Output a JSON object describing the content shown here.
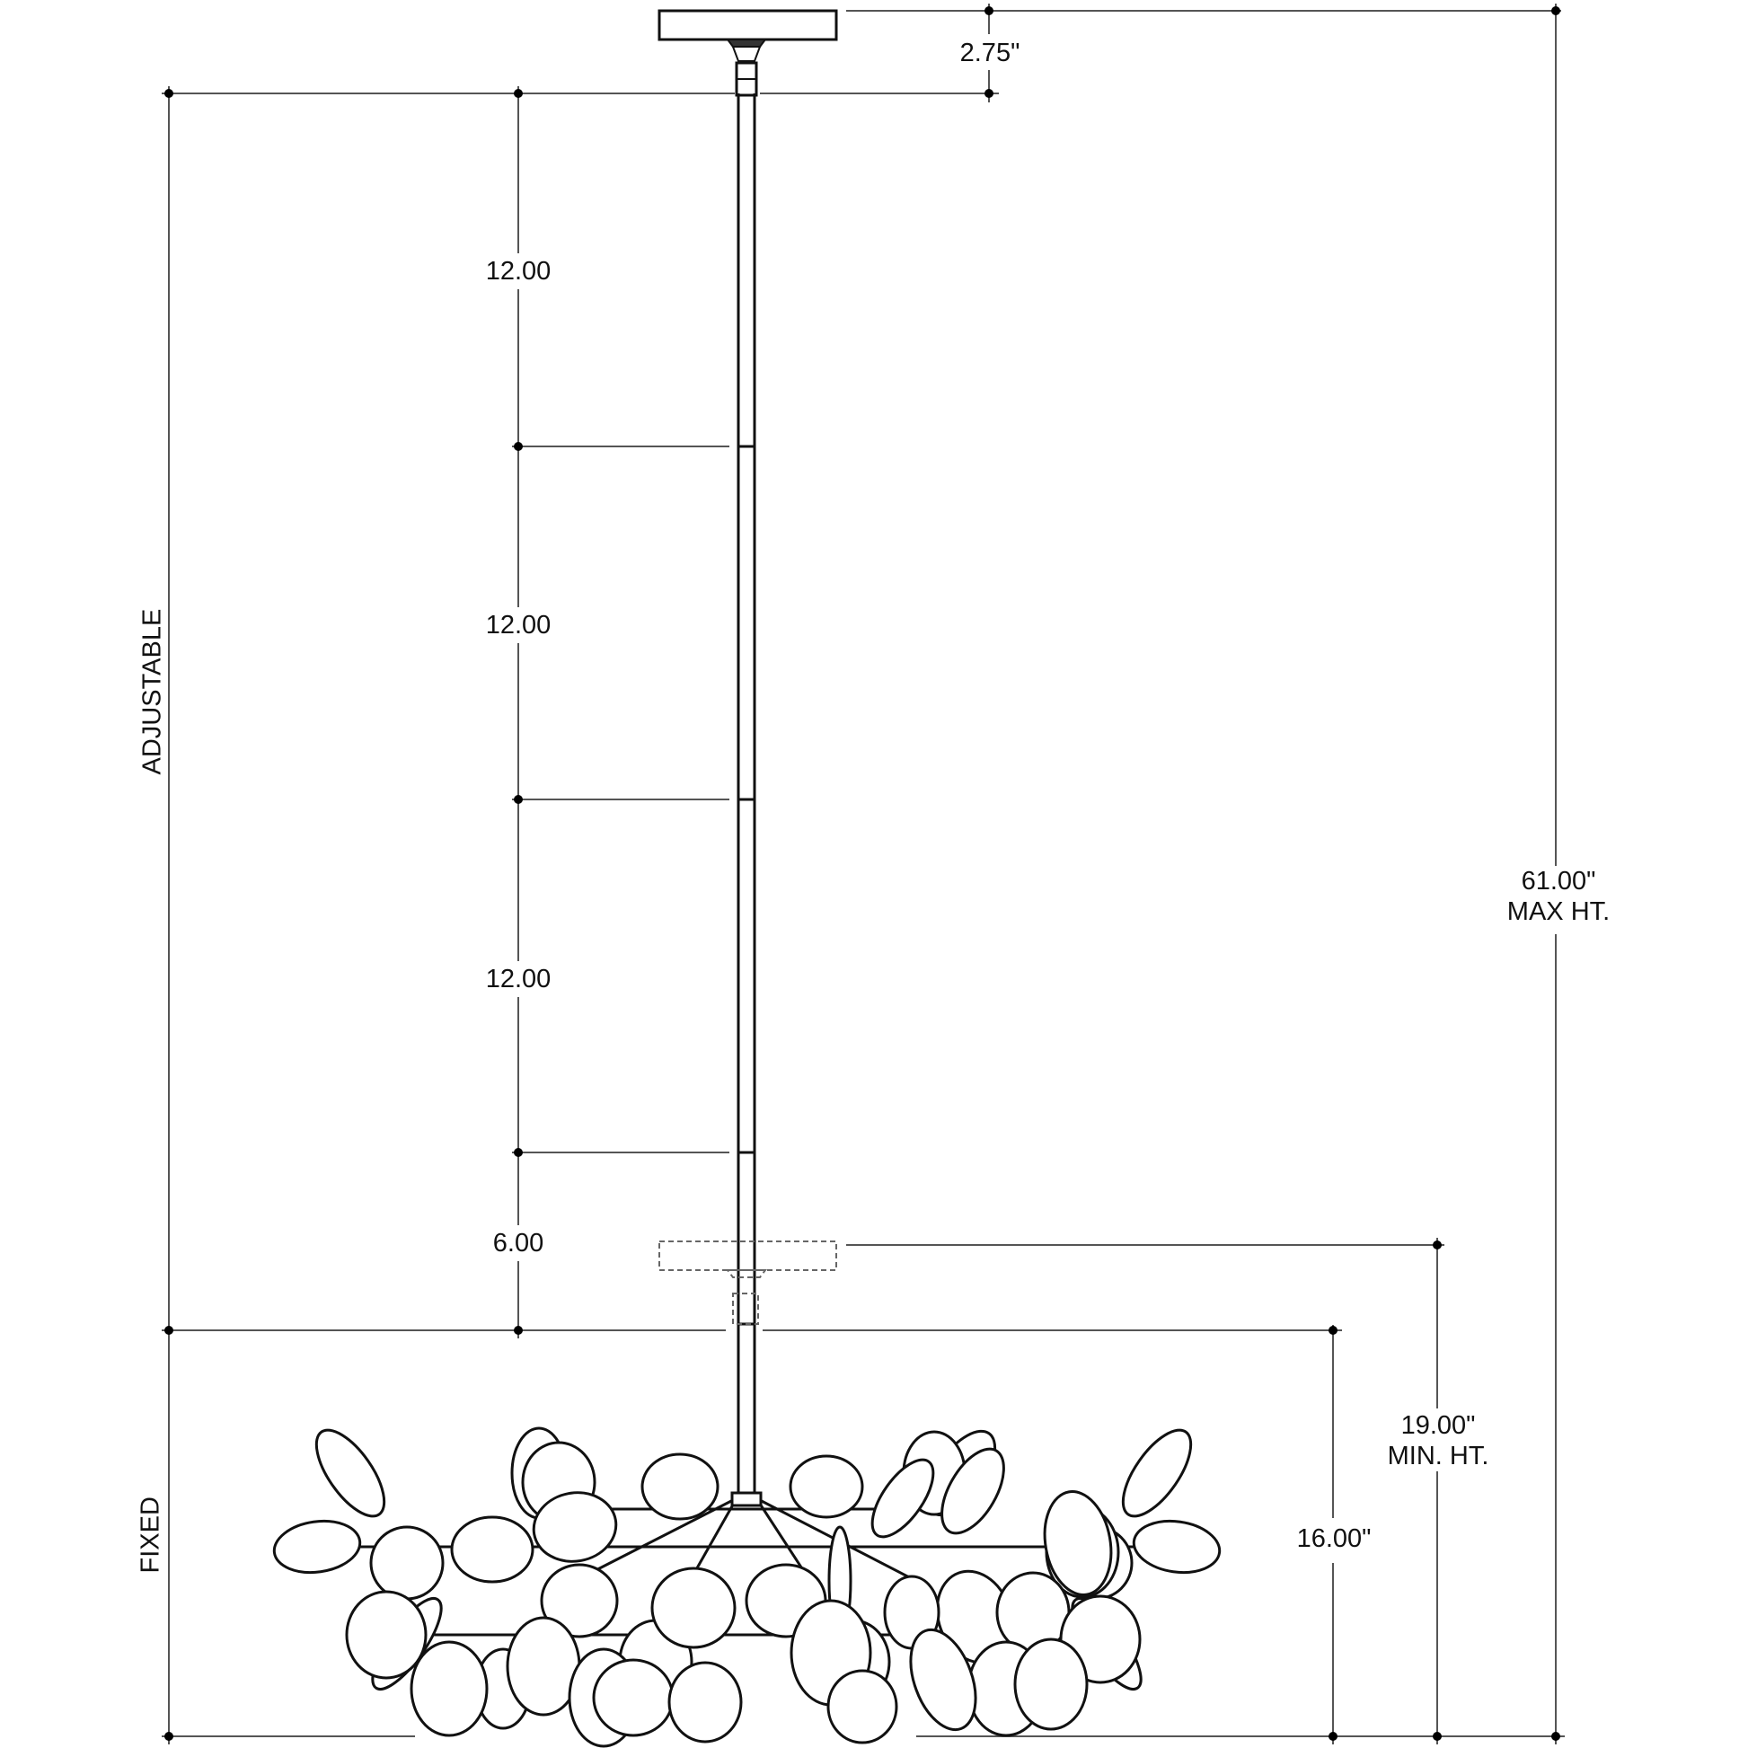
{
  "drawing": {
    "type": "pendant fixture dimension drawing",
    "line_color": "#555555",
    "fixture_color": "#111111",
    "background": "#ffffff"
  },
  "labels": {
    "section_adjustable": "ADJUSTABLE",
    "section_fixed": "FIXED"
  },
  "dimensions": {
    "canopy_height": "2.75\"",
    "stem_segment_1": "12.00",
    "stem_segment_2": "12.00",
    "stem_segment_3": "12.00",
    "stem_segment_4": "6.00",
    "max_height_value": "61.00\"",
    "max_height_label": "MAX HT.",
    "min_height_value": "19.00\"",
    "min_height_label": "MIN. HT.",
    "fixed_height": "16.00\""
  }
}
